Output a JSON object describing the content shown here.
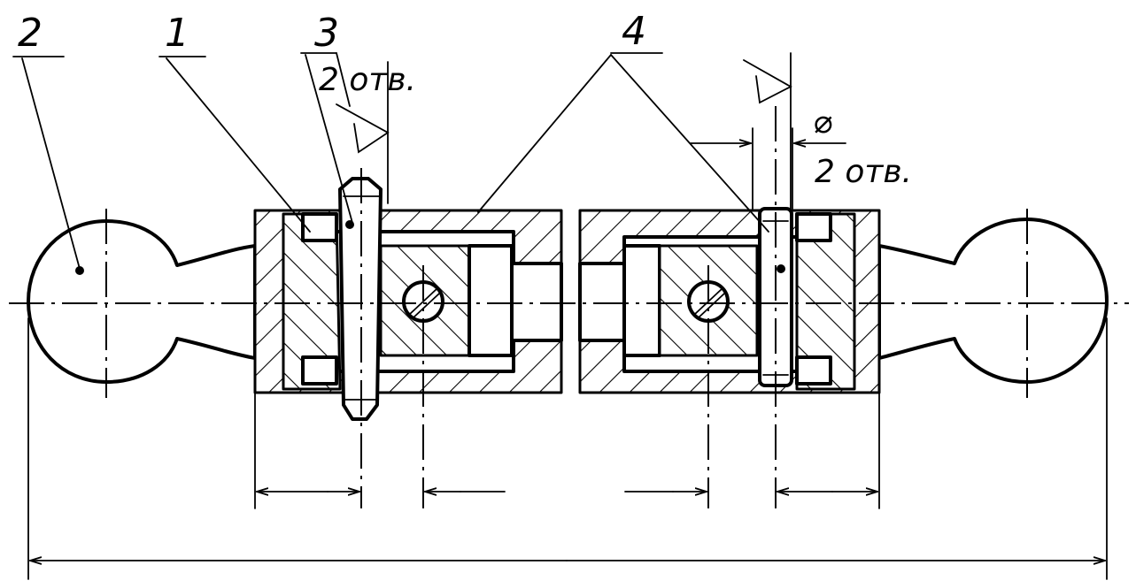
{
  "labels": {
    "part1": "1",
    "part2": "2",
    "part3": "3",
    "part4": "4"
  },
  "notes": {
    "holes_left": "2 отв.",
    "holes_right": "2 отв.",
    "diameter_symbol": "⌀"
  }
}
